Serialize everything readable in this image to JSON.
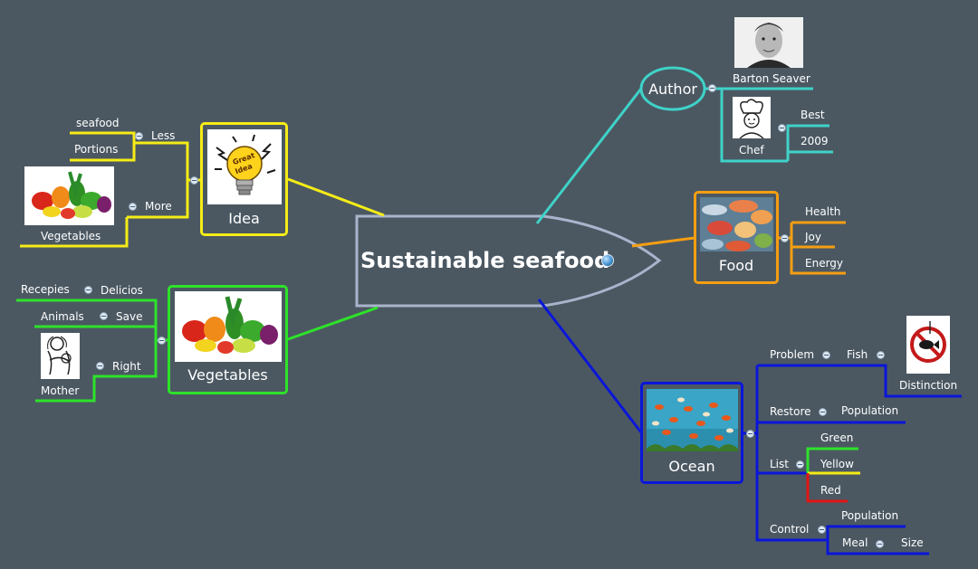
{
  "central": {
    "title": "Sustainable seafood"
  },
  "idea": {
    "label": "Idea",
    "bulb_text": [
      "Great",
      "Idea"
    ],
    "less": {
      "label": "Less",
      "items": [
        "seafood",
        "Portions"
      ]
    },
    "more": {
      "label": "More",
      "items": [
        "Vegetables"
      ]
    }
  },
  "vegetables": {
    "label": "Vegetables",
    "delicios": {
      "label": "Delicios",
      "items": [
        "Recepies"
      ]
    },
    "save": {
      "label": "Save",
      "items": [
        "Animals"
      ]
    },
    "right": {
      "label": "Right",
      "items": [
        "Mother"
      ]
    }
  },
  "author": {
    "label": "Author",
    "name": "Barton Seaver",
    "chef": {
      "label": "Chef",
      "items": [
        "Best",
        "2009"
      ]
    }
  },
  "food": {
    "label": "Food",
    "items": [
      "Health",
      "Joy",
      "Energy"
    ]
  },
  "ocean": {
    "label": "Ocean",
    "problem": {
      "label": "Problem",
      "fish": "Fish",
      "distinction": "Distinction"
    },
    "restore": {
      "label": "Restore",
      "items": [
        "Population"
      ]
    },
    "list": {
      "label": "List",
      "items": [
        "Green",
        "Yellow",
        "Red"
      ]
    },
    "control": {
      "label": "Control",
      "population": "Population",
      "meal": "Meal",
      "size": "Size"
    }
  },
  "colors": {
    "background": "#4b5862",
    "idea": "#f5ec16",
    "vegetables": "#2ee22a",
    "author": "#3fd2c8",
    "food": "#f59e12",
    "ocean": "#0a16d9",
    "green": "#2ee22a",
    "yellow": "#f5ec16",
    "red": "#e01515",
    "central_border": "#a9b4cc"
  }
}
